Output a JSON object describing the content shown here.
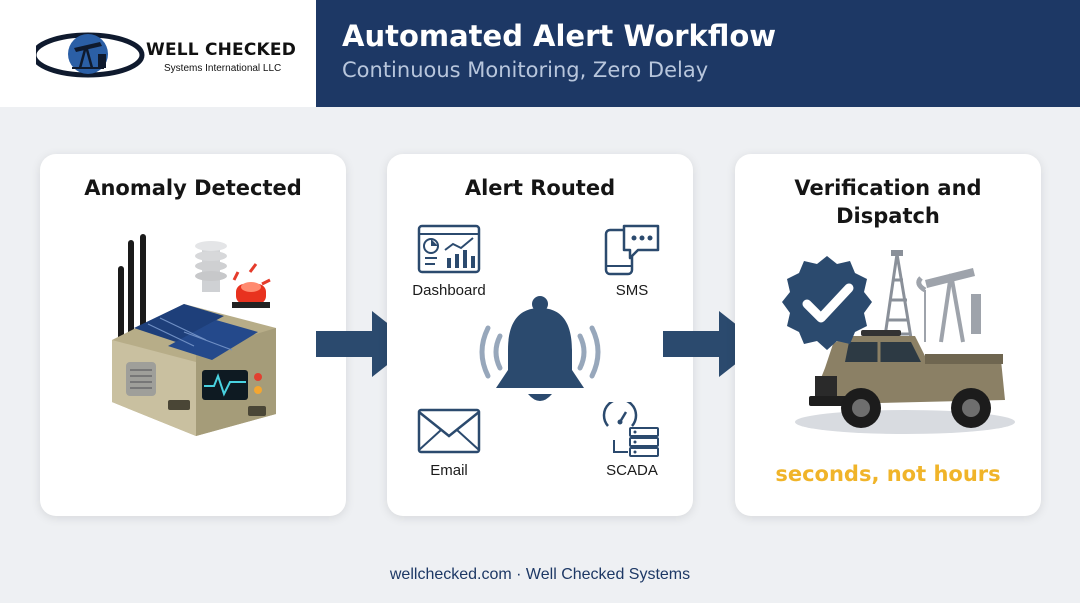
{
  "logo": {
    "name": "WELL CHECKED",
    "tagline": "Systems International LLC"
  },
  "header": {
    "title": "Automated Alert Workflow",
    "subtitle": "Continuous Monitoring, Zero Delay"
  },
  "steps": [
    {
      "title": "Anomaly Detected",
      "icon": "monitoring-device-icon"
    },
    {
      "title": "Alert Routed",
      "icon": "bell-icon",
      "channels": [
        {
          "label": "Dashboard",
          "icon": "dashboard-icon"
        },
        {
          "label": "SMS",
          "icon": "sms-icon"
        },
        {
          "label": "Email",
          "icon": "email-icon"
        },
        {
          "label": "SCADA",
          "icon": "scada-icon"
        }
      ]
    },
    {
      "title": "Verification and Dispatch",
      "icon": "dispatch-truck-icon",
      "tagline": "seconds, not hours"
    }
  ],
  "footer": {
    "text": "wellchecked.com · Well Checked Systems"
  },
  "colors": {
    "navy": "#1d3865",
    "arrow": "#2b4a6e",
    "accent_gold": "#f0b429",
    "background": "#eef0f3"
  }
}
